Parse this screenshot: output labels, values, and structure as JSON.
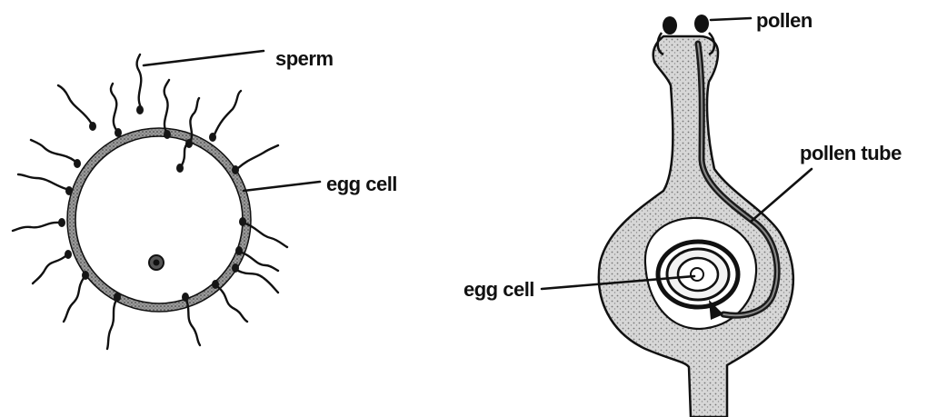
{
  "left_diagram": {
    "sperm_label": "sperm",
    "egg_label": "egg cell"
  },
  "right_diagram": {
    "pollen_label": "pollen",
    "pollen_tube_label": "pollen tube",
    "egg_label": "egg cell"
  }
}
